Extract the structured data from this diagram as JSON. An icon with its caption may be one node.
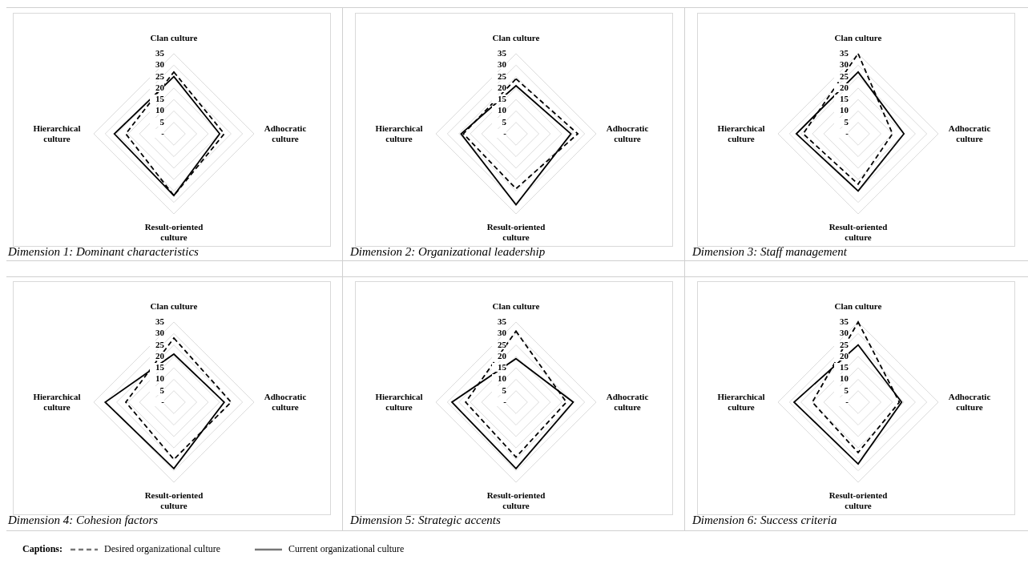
{
  "diagram": {
    "labels": [
      "Clan culture",
      "35",
      "30",
      "25",
      "20",
      "15",
      "10",
      "5",
      "-",
      "Hierarchical culture",
      "Adhocratic culture",
      "Result-oriented culture",
      "Clan culture",
      "35",
      "30",
      "25",
      "20",
      "15",
      "10",
      "5",
      "-",
      "Hierarchical culture",
      "Adhocratic culture",
      "Result-oriented culture",
      "Clan culture",
      "35",
      "30",
      "25",
      "20",
      "15",
      "10",
      "5",
      "-",
      "Hierarchical culture",
      "Adhocratic culture",
      "Result-oriented culture",
      "Dimension 1: Dominant characteristics",
      "Dimension 2: Organizational leadership",
      "Dimension 3: Staff management",
      "Clan culture",
      "35",
      "30",
      "25",
      "20",
      "15",
      "10",
      "5",
      "-",
      "Hierarchical culture",
      "Adhocratic culture",
      "Result-oriented culture",
      "Clan culture",
      "35",
      "30",
      "25",
      "20",
      "15",
      "10",
      "5",
      "-",
      "Hierarchical culture",
      "Adhocratic culture",
      "Result-oriented culture",
      "Clan culture",
      "35",
      "30",
      "25",
      "20",
      "15",
      "10",
      "5",
      "-",
      "Hierarchical culture",
      "Adhocratic culture",
      "Result-oriented culture",
      "Dimension 4: Cohesion factors",
      "Dimension 5: Strategic accents",
      "Dimension 6: Success criteria",
      "Captions:"
    ],
    "legend": [
      {
        "text": "Desired organizational culture"
      },
      {
        "text": "Current organizational culture"
      }
    ]
  }
}
